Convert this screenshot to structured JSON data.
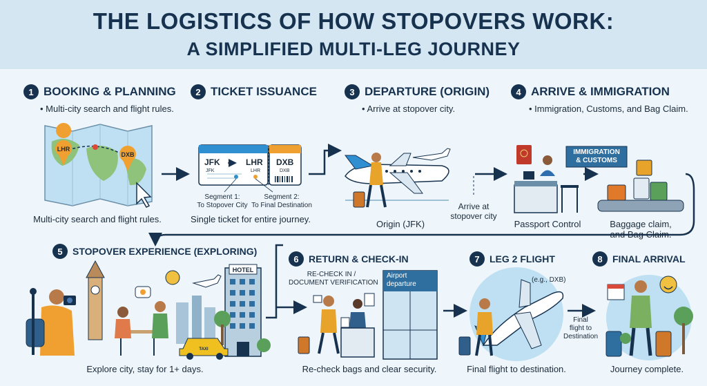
{
  "header": {
    "title_line1": "THE LOGISTICS OF HOW STOPOVERS WORK:",
    "title_line2": "A SIMPLIFIED MULTI-LEG JOURNEY"
  },
  "steps": [
    {
      "num": "1",
      "title": "BOOKING & PLANNING",
      "bullet": "• Multi-city search and flight rules.",
      "caption": "Multi-city search and flight rules."
    },
    {
      "num": "2",
      "title": "TICKET ISSUANCE",
      "caption": "Single ticket for entire journey."
    },
    {
      "num": "3",
      "title": "DEPARTURE (ORIGIN)",
      "bullet": "• Arrive at stopover city.",
      "caption": "Origin (JFK)"
    },
    {
      "num": "4",
      "title": "ARRIVE & IMMIGRATION",
      "bullet": "• Immigration, Customs, and Bag Claim.",
      "caption": "Passport Control",
      "caption2_line1": "Baggage claim,",
      "caption2_line2": "and Bag Claim."
    },
    {
      "num": "5",
      "title": "STOPOVER EXPERIENCE (EXPLORING)",
      "caption": "Explore city, stay for 1+ days."
    },
    {
      "num": "6",
      "title": "RETURN & CHECK-IN",
      "caption": "Re-check bags and clear security."
    },
    {
      "num": "7",
      "title": "LEG 2 FLIGHT",
      "caption": "Final flight to destination."
    },
    {
      "num": "8",
      "title": "FINAL ARRIVAL",
      "caption": "Journey complete."
    }
  ],
  "map": {
    "city1": "LHR",
    "city2": "DXB"
  },
  "ticket": {
    "left_from": "JFK",
    "left_to": "LHR",
    "left_from_small": "JFK",
    "left_to_small": "LHR",
    "right_to": "DXB",
    "right_to_small": "DXB",
    "segment1_line1": "Segment 1:",
    "segment1_line2": "To Stopover City",
    "segment2_line1": "Segment 2:",
    "segment2_line2": "To Final Destination"
  },
  "arrive_label": {
    "line1": "Arrive at",
    "line2": "stopover city"
  },
  "immigration_sign": {
    "line1": "IMMIGRATION",
    "line2": "& CUSTOMS"
  },
  "hotel_sign": "HOTEL",
  "taxi_sign": "TAXI",
  "recheck_label": {
    "line1": "RE-CHECK IN /",
    "line2": "DOCUMENT VERIFICATION"
  },
  "airport_sign": {
    "line1": "Airport",
    "line2": "departure"
  },
  "leg2_note": "(e.g., DXB)",
  "final_flight_label": {
    "line1": "Final",
    "line2": "flight to",
    "line3": "Destination"
  },
  "colors": {
    "navy": "#17324f",
    "accent_orange": "#f0a030",
    "sky": "#bfe0f2",
    "header_bg": "#d3e6f2"
  }
}
